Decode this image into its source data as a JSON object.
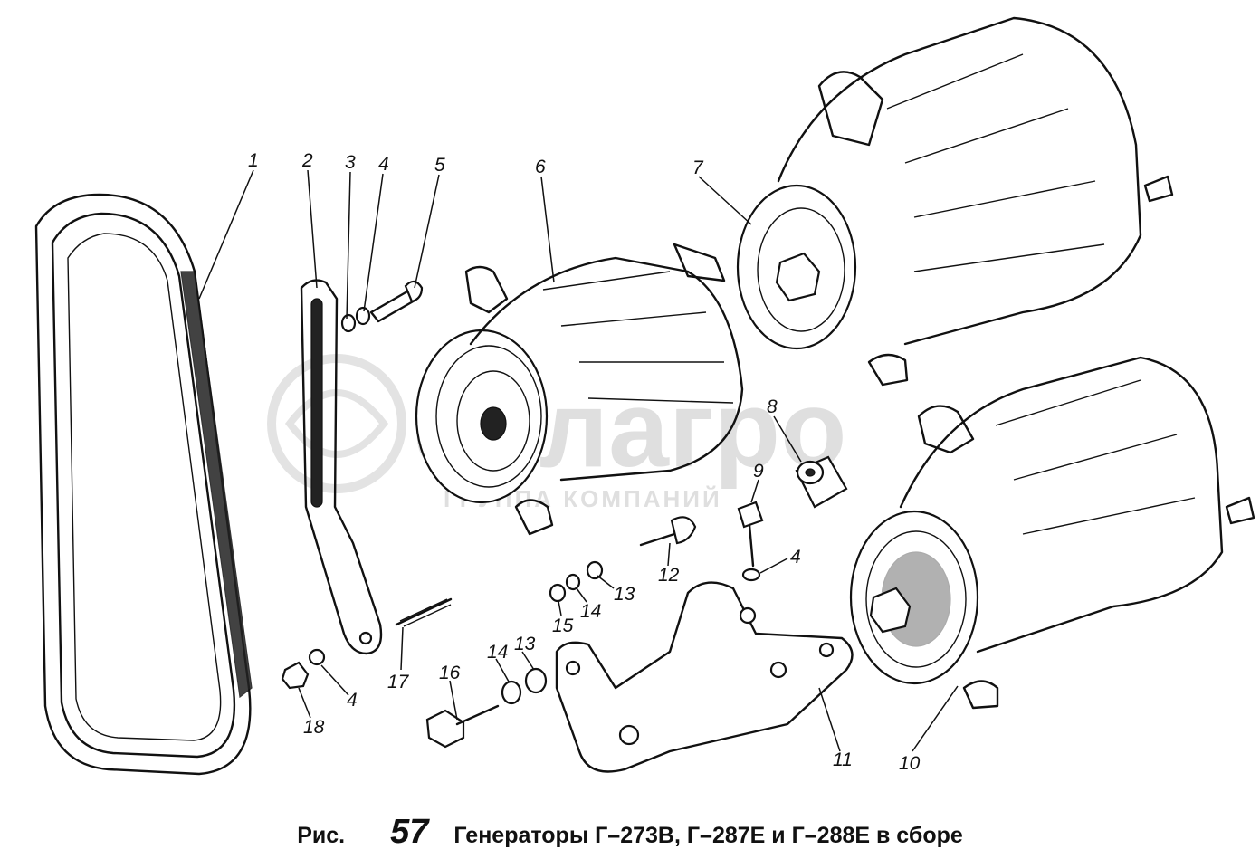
{
  "watermark": {
    "brand": "белагро",
    "tagline": "ГРУППА КОМПАНИЙ"
  },
  "callouts": [
    "1",
    "2",
    "3",
    "4",
    "5",
    "6",
    "7",
    "8",
    "9",
    "4",
    "12",
    "13",
    "14",
    "15",
    "17",
    "16",
    "14",
    "13",
    "4",
    "18",
    "11",
    "10"
  ],
  "caption": {
    "prefix": "Рис.",
    "number": "57",
    "text": "Генераторы Г–273В, Г–287Е и Г–288Е в сборе"
  },
  "icons": [
    "watermark-logo-icon"
  ]
}
